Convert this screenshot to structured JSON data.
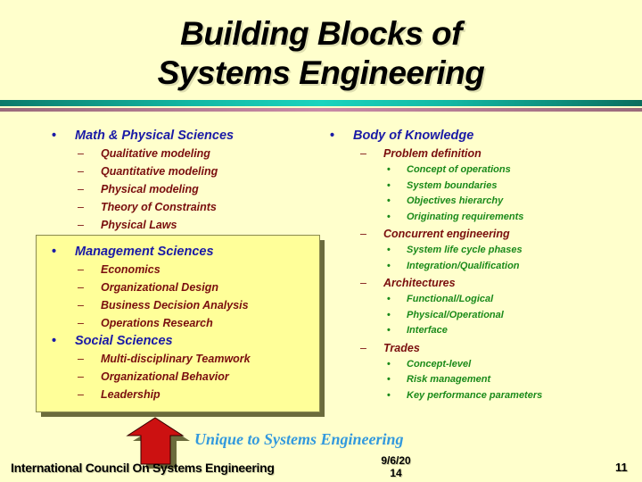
{
  "slide": {
    "title_line1": "Building Blocks of",
    "title_line2": "Systems Engineering",
    "colors": {
      "background": "#ffffcc",
      "level1": "#1a1aa6",
      "level2": "#7a0e0e",
      "level3": "#1a8a1a",
      "box_fill": "#ffff99",
      "box_shadow": "#6b6b3c",
      "arrow": "#cc1111",
      "caption": "#3399dd",
      "rule_teal": "#12b8a4",
      "rule_mauve": "#c98aa6"
    }
  },
  "left_column": {
    "bullet": "•",
    "dash": "–",
    "top_section": {
      "heading": "Math & Physical Sciences",
      "items": [
        "Qualitative modeling",
        "Quantitative modeling",
        "Physical modeling",
        "Theory of Constraints",
        "Physical Laws"
      ]
    },
    "highlight_box": {
      "sections": [
        {
          "heading": "Management Sciences",
          "items": [
            "Economics",
            "Organizational Design",
            "Business Decision Analysis",
            "Operations Research"
          ]
        },
        {
          "heading": "Social Sciences",
          "items": [
            "Multi-disciplinary Teamwork",
            "Organizational Behavior",
            "Leadership"
          ]
        }
      ]
    }
  },
  "right_column": {
    "heading": "Body of Knowledge",
    "groups": [
      {
        "label": "Problem definition",
        "items": [
          "Concept of operations",
          "System boundaries",
          "Objectives hierarchy",
          "Originating requirements"
        ]
      },
      {
        "label": "Concurrent engineering",
        "items": [
          "System life cycle phases",
          "Integration/Qualification"
        ]
      },
      {
        "label": "Architectures",
        "items": [
          "Functional/Logical",
          "Physical/Operational",
          "Interface"
        ]
      },
      {
        "label": "Trades",
        "items": [
          "Concept-level",
          "Risk management",
          "Key performance parameters"
        ]
      }
    ]
  },
  "callout": {
    "arrow_icon": "up-arrow",
    "caption": "Unique to Systems Engineering"
  },
  "footer": {
    "organization": "International Council On Systems Engineering",
    "date": "9/6/2014",
    "page_number": "11"
  }
}
